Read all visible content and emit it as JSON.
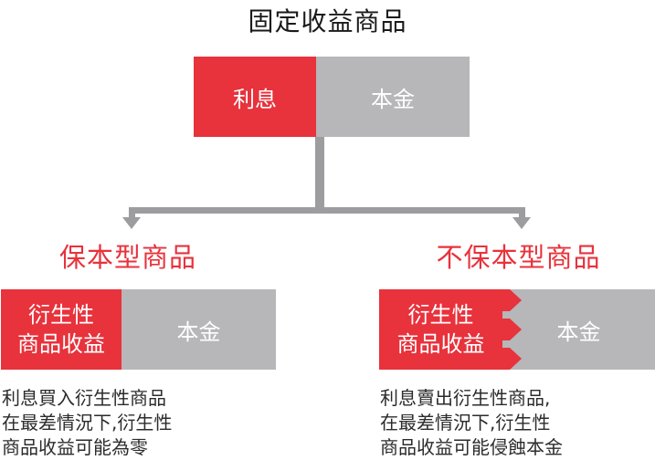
{
  "title": "固定收益商品",
  "top": {
    "interest": "利息",
    "principal": "本金"
  },
  "left": {
    "title": "保本型商品",
    "derivative_line1": "衍生性",
    "derivative_line2": "商品收益",
    "principal": "本金",
    "desc_line1": "利息買入衍生性商品",
    "desc_line2": "在最差情況下,衍生性",
    "desc_line3": "商品收益可能為零"
  },
  "right": {
    "title": "不保本型商品",
    "derivative_line1": "衍生性",
    "derivative_line2": "商品收益",
    "principal": "本金",
    "desc_line1": "利息賣出衍生性商品,",
    "desc_line2": "在最差情況下,衍生性",
    "desc_line3": "商品收益可能侵蝕本金"
  },
  "colors": {
    "red": "#e8323c",
    "grey": "#b7b6b9",
    "connector": "#9d9d9f"
  }
}
